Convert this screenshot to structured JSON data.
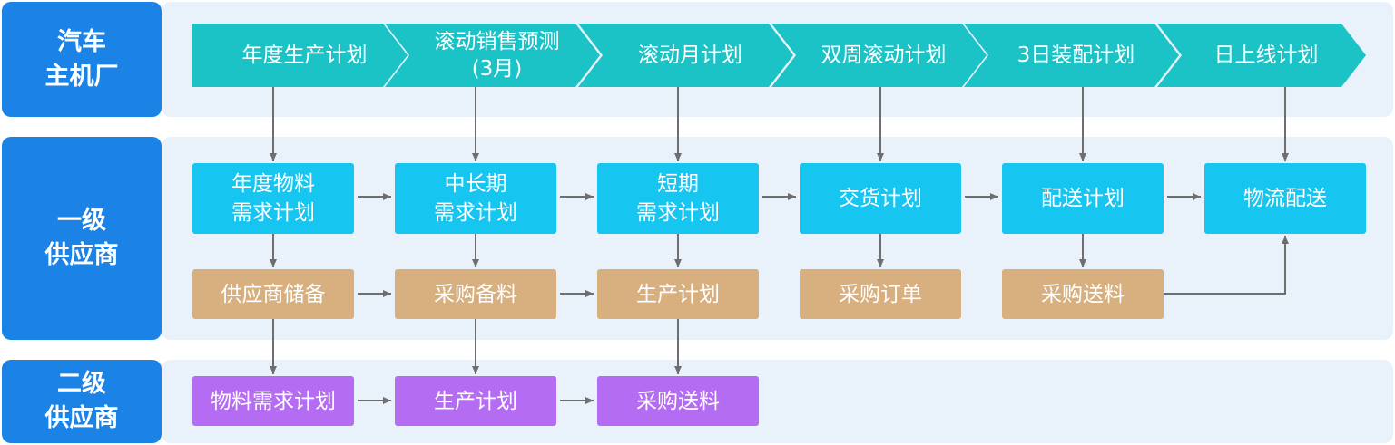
{
  "tiers": {
    "oem": {
      "line1": "汽车",
      "line2": "主机厂"
    },
    "tier1": {
      "line1": "一级",
      "line2": "供应商"
    },
    "tier2": {
      "line1": "二级",
      "line2": "供应商"
    }
  },
  "oem_plans": [
    {
      "line1": "年度生产计划",
      "line2": ""
    },
    {
      "line1": "滚动销售预测",
      "line2": "(3月)"
    },
    {
      "line1": "滚动月计划",
      "line2": ""
    },
    {
      "line1": "双周滚动计划",
      "line2": ""
    },
    {
      "line1": "3日装配计划",
      "line2": ""
    },
    {
      "line1": "日上线计划",
      "line2": ""
    }
  ],
  "tier1_plans": [
    {
      "line1": "年度物料",
      "line2": "需求计划"
    },
    {
      "line1": "中长期",
      "line2": "需求计划"
    },
    {
      "line1": "短期",
      "line2": "需求计划"
    },
    {
      "line1": "交货计划",
      "line2": ""
    },
    {
      "line1": "配送计划",
      "line2": ""
    },
    {
      "line1": "物流配送",
      "line2": ""
    }
  ],
  "tier1_actions": [
    "供应商储备",
    "采购备料",
    "生产计划",
    "采购订单",
    "采购送料"
  ],
  "tier2_actions": [
    "物料需求计划",
    "生产计划",
    "采购送料"
  ],
  "colors": {
    "tier_label": "#1b82e6",
    "band": "#e9f2fb",
    "oem_chevron": "#1bc3c6",
    "tier1_plan": "#16c5f0",
    "tier1_action": "#d8af7f",
    "tier2_action": "#b46cf2",
    "arrow": "#6e6e6e"
  }
}
